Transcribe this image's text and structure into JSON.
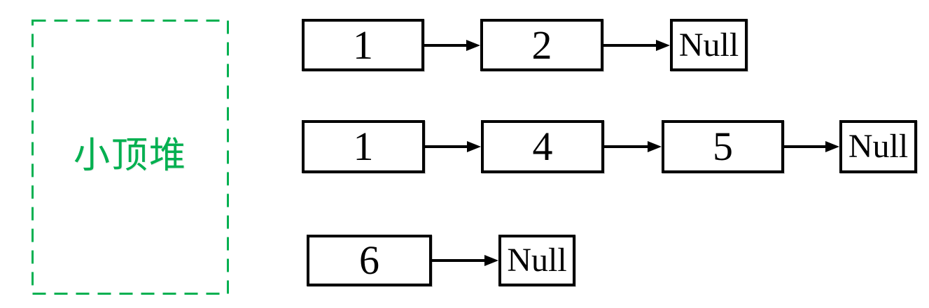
{
  "heap_panel": {
    "label": "小顶堆"
  },
  "colors": {
    "heap_green": "#00B050",
    "box_border": "#000000",
    "background": "#ffffff"
  },
  "lists": [
    {
      "nodes": [
        "1",
        "2"
      ],
      "terminator": "Null"
    },
    {
      "nodes": [
        "1",
        "4",
        "5"
      ],
      "terminator": "Null"
    },
    {
      "nodes": [
        "6"
      ],
      "terminator": "Null"
    }
  ]
}
